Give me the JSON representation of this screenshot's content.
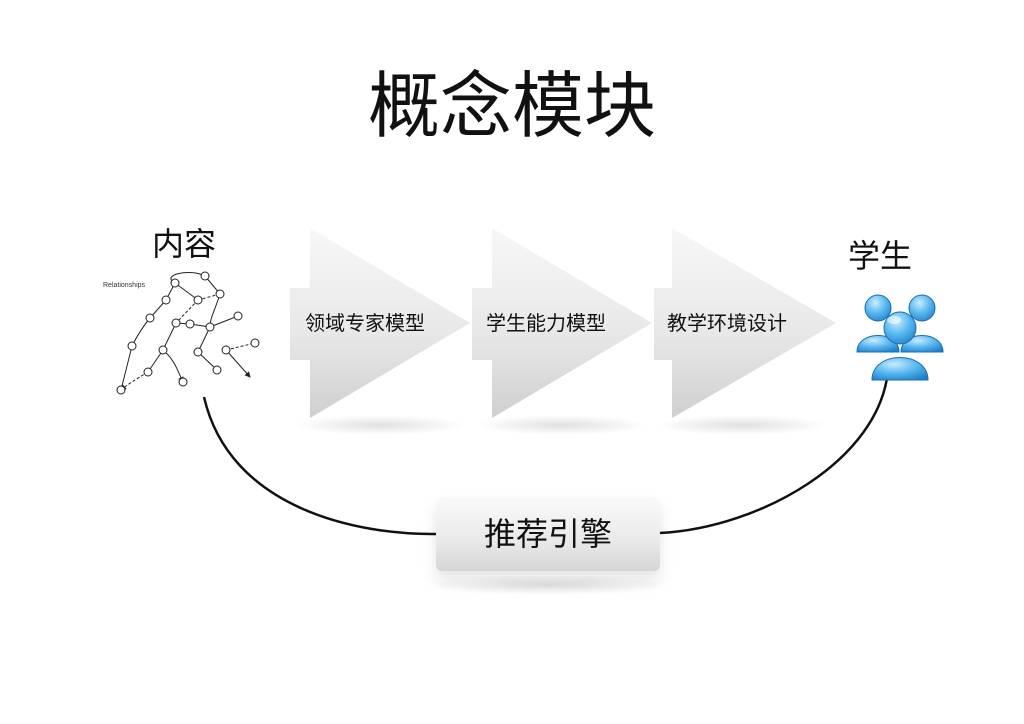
{
  "title": "概念模块",
  "content_label": "内容",
  "student_label": "学生",
  "network_caption": "Relationships",
  "stages": [
    {
      "label": "领域专家模型"
    },
    {
      "label": "学生能力模型"
    },
    {
      "label": "教学环境设计"
    }
  ],
  "engine_label": "推荐引擎",
  "colors": {
    "chevron_light": "#f4f4f4",
    "chevron_dark": "#d0d0d0",
    "student_blue": "#3ea6e8",
    "curve": "#111111"
  },
  "icons": {
    "content": "network-graph-icon",
    "student": "user-group-icon"
  }
}
